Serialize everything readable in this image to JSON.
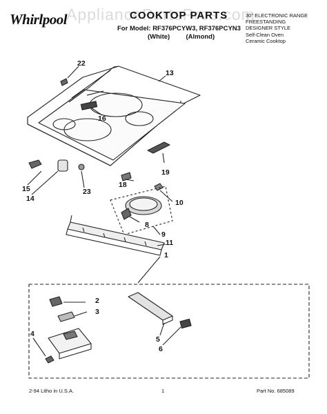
{
  "header": {
    "brand": "Whirlpool",
    "watermark": "AppliancePartsPros.com",
    "title": "COOKTOP PARTS",
    "model_line": "For Model: RF376PCYW3, RF376PCYN3",
    "variant_white": "(White)",
    "variant_almond": "(Almond)",
    "description_lines": [
      "30\" ELECTRONIC RANGE",
      "FREESTANDING",
      "DESIGNER STYLE",
      "Self-Clean Oven",
      "Ceramic Cooktop"
    ]
  },
  "callouts": [
    "22",
    "13",
    "16",
    "19",
    "15",
    "14",
    "23",
    "18",
    "10",
    "8",
    "9",
    "11",
    "1",
    "2",
    "3",
    "4",
    "5",
    "6"
  ],
  "footer": {
    "left": "2-94 Litho in U.S.A.",
    "center": "1",
    "right": "Part No. 685089"
  }
}
